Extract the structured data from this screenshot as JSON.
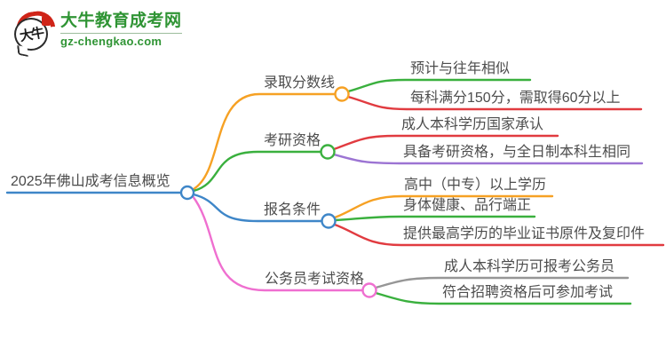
{
  "logo": {
    "icon_text": "大牛",
    "site_name": "大牛教育成考网",
    "site_url": "gz-chengkao.com",
    "brand_green": "#2f9434",
    "seal_red": "#cf2418"
  },
  "palette": {
    "orange": "#F6A124",
    "green": "#3AB03E",
    "blue": "#3E86C8",
    "pink": "#EF6FD0",
    "red": "#E13B40",
    "purple": "#9C74D3",
    "gray": "#969696",
    "text": "#4D4D4D"
  },
  "mindmap": {
    "root": {
      "label": "2025年佛山成考信息概览",
      "color": "#3E86C8"
    },
    "branches": [
      {
        "label": "录取分数线",
        "color": "#F6A124",
        "children": [
          {
            "label": "预计与往年相似",
            "color": "#3AB03E"
          },
          {
            "label": "每科满分150分，需取得60分以上",
            "color": "#E13B40"
          }
        ]
      },
      {
        "label": "考研资格",
        "color": "#3AB03E",
        "children": [
          {
            "label": "成人本科学历国家承认",
            "color": "#E13B40"
          },
          {
            "label": "具备考研资格，与全日制本科生相同",
            "color": "#9C74D3"
          }
        ]
      },
      {
        "label": "报名条件",
        "color": "#3E86C8",
        "children": [
          {
            "label": "高中（中专）以上学历",
            "color": "#F6A124"
          },
          {
            "label": "身体健康、品行端正",
            "color": "#3AB03E"
          },
          {
            "label": "提供最高学历的毕业证书原件及复印件",
            "color": "#E13B40"
          }
        ]
      },
      {
        "label": "公务员考试资格",
        "color": "#EF6FD0",
        "children": [
          {
            "label": "成人本科学历可报考公务员",
            "color": "#969696"
          },
          {
            "label": "符合招聘资格后可参加考试",
            "color": "#3AB03E"
          }
        ]
      }
    ]
  }
}
